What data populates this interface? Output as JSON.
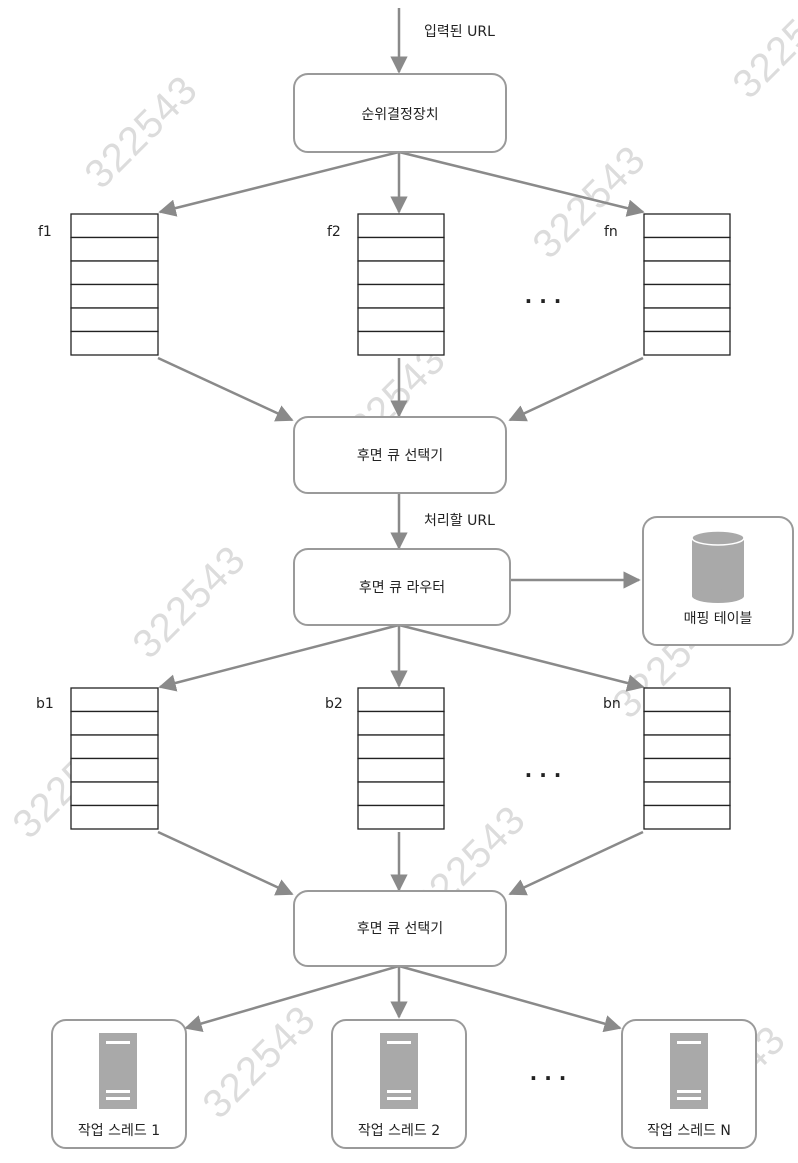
{
  "diagram": {
    "input_label": "입력된 URL",
    "prioritizer_label": "순위결정장치",
    "front_queues": [
      "f1",
      "f2",
      "fn"
    ],
    "front_ellipsis": "· · ·",
    "back_selector_1_label": "후면 큐 선택기",
    "process_label": "처리할 URL",
    "router_label": "후면 큐 라우터",
    "mapping_table_label": "매핑 테이블",
    "back_queues": [
      "b1",
      "b2",
      "bn"
    ],
    "back_ellipsis": "· · ·",
    "back_selector_2_label": "후면 큐 선택기",
    "worker_labels": [
      "작업 스레드 1",
      "작업 스레드 2",
      "작업 스레드 N"
    ],
    "worker_ellipsis": "· · ·",
    "watermark": "322543"
  },
  "colors": {
    "arrow": "#8a8a8a",
    "box_border": "#9a9a9a",
    "queue_border": "#222222",
    "icon_fill": "#a9a9a9",
    "watermark": "#dcdcdc"
  }
}
